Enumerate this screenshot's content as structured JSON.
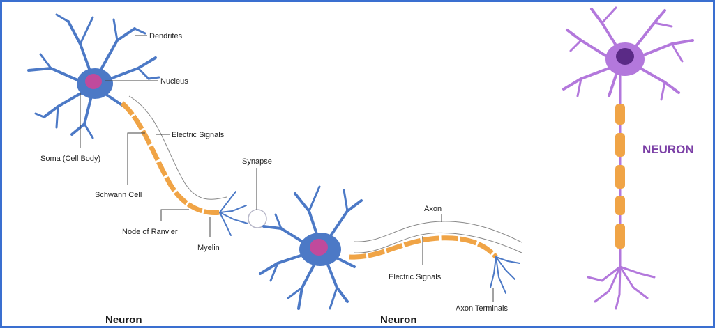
{
  "labels": {
    "dendrites": "Dendrites",
    "nucleus": "Nucleus",
    "electric_signals_1": "Electric Signals",
    "soma": "Soma (Cell Body)",
    "schwann_cell": "Schwann Cell",
    "node_of_ranvier": "Node of Ranvier",
    "myelin": "Myelin",
    "synapse": "Synapse",
    "axon": "Axon",
    "electric_signals_2": "Electric Signals",
    "axon_terminals": "Axon Terminals"
  },
  "captions": {
    "left": "Neuron",
    "middle": "Neuron",
    "right": "NEURON"
  },
  "colors": {
    "border": "#3a6fd0",
    "neuron_blue": "#4c79c6",
    "nucleus_pink": "#c04a9c",
    "myelin_orange": "#f0a446",
    "neuron_purple": "#b378dc",
    "nucleus_purple": "#5a2a86"
  }
}
